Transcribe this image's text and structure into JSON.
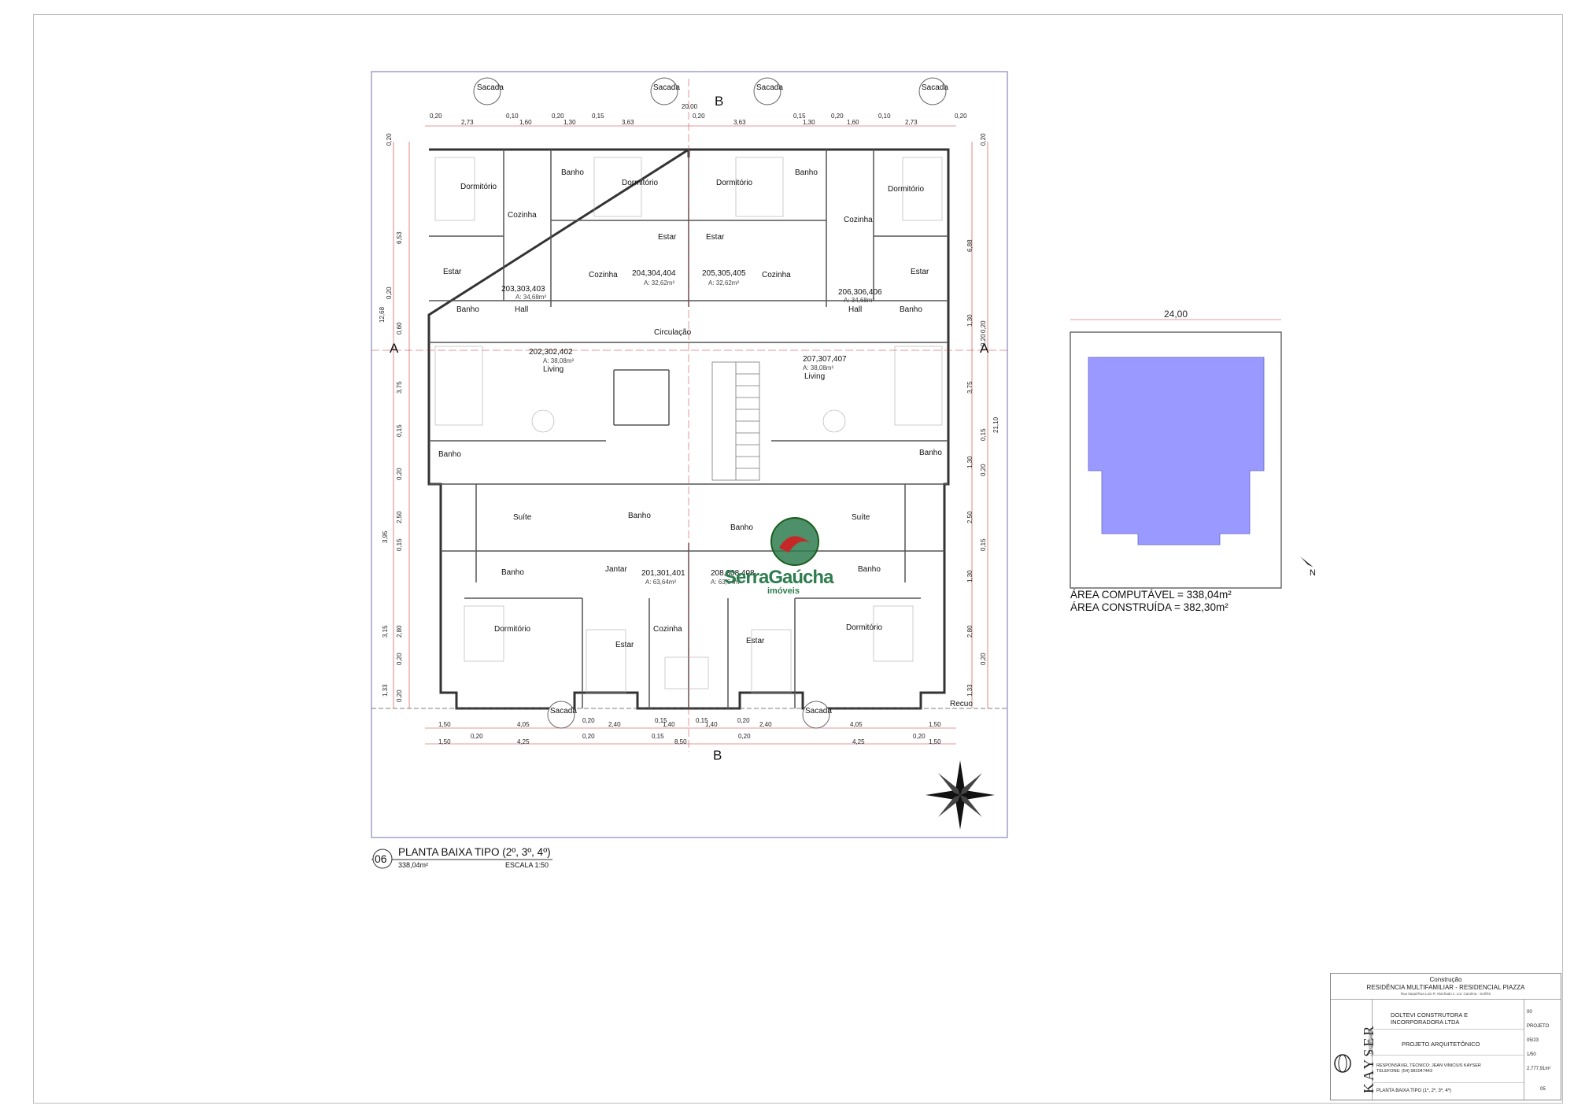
{
  "plan": {
    "title": "PLANTA BAIXA TIPO (2º, 3º, 4º)",
    "number": "06",
    "area": "338,04m²",
    "scale": "ESCALA 1:50",
    "section_marks": {
      "a": "A",
      "b": "B"
    },
    "recuo": "Recuo",
    "circulacao": "Circulação",
    "overall_width": "20,00",
    "overall_height": "21,10",
    "sacada": "Sacada",
    "units_top": [
      {
        "code": "203,303,403",
        "area": "A: 34,68m²"
      },
      {
        "code": "204,304,404",
        "area": "A: 32,62m²"
      },
      {
        "code": "205,305,405",
        "area": "A: 32,62m²"
      },
      {
        "code": "206,306,406",
        "area": "A: 34,68m²"
      }
    ],
    "units_mid": [
      {
        "code": "202,302,402",
        "area": "A: 38,08m²",
        "room": "Living"
      },
      {
        "code": "207,307,407",
        "area": "A: 38,08m²",
        "room": "Living"
      }
    ],
    "units_bottom": [
      {
        "code": "201,301,401",
        "area": "A: 63,64m²"
      },
      {
        "code": "208,308,408",
        "area": "A: 63,64m²"
      }
    ],
    "rooms": {
      "dormitorio": "Dormitório",
      "banho": "Banho",
      "cozinha": "Cozinha",
      "estar": "Estar",
      "hall": "Hall",
      "suite": "Suíte",
      "jantar": "Jantar"
    },
    "dims_top": [
      "0,20",
      "2,73",
      "0,10",
      "1,60",
      "0,20",
      "1,30",
      "0,15",
      "3,63",
      "0,20",
      "3,63",
      "0,15",
      "1,30",
      "0,20",
      "1,60",
      "0,10",
      "2,73",
      "0,20"
    ],
    "dims_bottom": [
      "1,50",
      "4,05",
      "0,20",
      "2,40",
      "0,15",
      "1,40",
      "0,15",
      "1,40",
      "0,20",
      "2,40",
      "4,05",
      "1,50"
    ],
    "dims_bottom2": [
      "1,50",
      "0,20",
      "4,25",
      "0,20",
      "0,15",
      "8,50",
      "0,20",
      "4,25",
      "0,20",
      "1,50"
    ],
    "dims_left": [
      "0,20",
      "6,53",
      "0,20",
      "12,68",
      "0,60",
      "3,75",
      "0,15",
      "0,20",
      "2,50",
      "3,95",
      "0,15",
      "3,15",
      "2,80",
      "0,20",
      "1,33",
      "0,20"
    ],
    "dims_right": [
      "0,20",
      "6,88",
      "0,20",
      "1,30",
      "0,20",
      "3,75",
      "0,15",
      "0,20",
      "1,30",
      "2,50",
      "0,15",
      "1,30",
      "2,80",
      "0,20",
      "1,33"
    ]
  },
  "site": {
    "width": "24,00",
    "area_computavel": "ÁREA COMPUTÁVEL = 338,04m²",
    "area_construida": "ÁREA CONSTRUÍDA = 382,30m²",
    "north": "N",
    "footprint_color": "#9999ff"
  },
  "watermark": {
    "brand": "SerraGaúcha",
    "sub": "imóveis",
    "color_green": "#2e7d4f",
    "color_red": "#c62828"
  },
  "title_block": {
    "construcao": "Construção",
    "project": "RESIDÊNCIA MULTIFAMILIAR - RESIDENCIAL PIAZZA",
    "address": "Rua Itaqui/Rua Luis R. Machado s. Lot. Carolina - Sul/RS",
    "owner_1": "DOLTEVI CONSTRUTORA E",
    "owner_2": "INCORPORADORA LTDA",
    "discipline": "PROJETO ARQUITETÔNICO",
    "responsible": "RESPONSÁVEL TÉCNICO: JEAN VINICIUS KAYSER",
    "phone": "TELEFONE: (54) 981047443",
    "sheet_name": "PLANTA BAIXA TIPO (1º, 2º, 3º, 4º)",
    "sheet_no": "05",
    "rev": "00",
    "phase": "PROJETO",
    "date": "05/23",
    "scale": "1/50",
    "total_area": "2.777,91m²",
    "brand": "KAYSER",
    "brand_sub": "Engenharia"
  }
}
